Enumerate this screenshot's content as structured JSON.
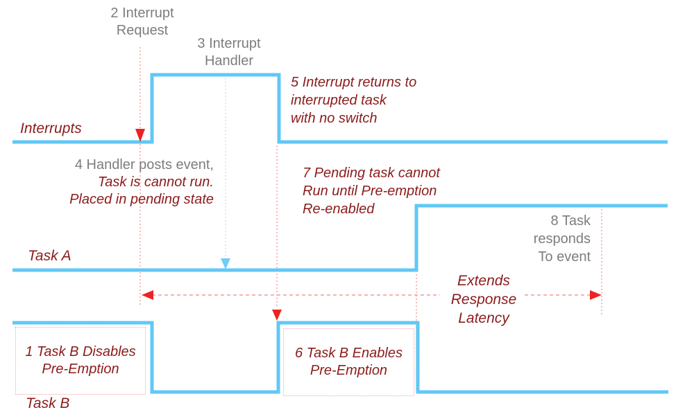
{
  "diagram": {
    "lane_labels": {
      "interrupts": "Interrupts",
      "task_a": "Task A",
      "task_b": "Task B"
    },
    "annotations": {
      "step2": {
        "l1": "2 Interrupt",
        "l2": "Request"
      },
      "step3": {
        "l1": "3 Interrupt",
        "l2": "Handler"
      },
      "step4": {
        "l1": "4 Handler posts event,",
        "l2": "Task is cannot run.",
        "l3": "Placed in pending state"
      },
      "step5": {
        "l1": "5 Interrupt returns to",
        "l2": "interrupted task",
        "l3": "with no switch"
      },
      "step7": {
        "l1": "7 Pending task cannot",
        "l2": "Run until Pre-emption",
        "l3": "Re-enabled"
      },
      "step8": {
        "l1": "8 Task",
        "l2": "responds",
        "l3": "To event"
      },
      "step1": {
        "l1": "1 Task B Disables",
        "l2": "Pre-Emption"
      },
      "step6": {
        "l1": "6 Task B Enables",
        "l2": "Pre-Emption"
      },
      "latency": {
        "l1": "Extends",
        "l2": "Response",
        "l3": "Latency"
      }
    },
    "colors": {
      "waveform_blue": "#60c8f6",
      "arrow_red": "#ee2222",
      "guide_pink": "#f5a8a8",
      "guide_light_blue": "#c9e9fa",
      "text_dark_red": "#8b1b1b",
      "text_gray": "#7d7d7d"
    }
  }
}
